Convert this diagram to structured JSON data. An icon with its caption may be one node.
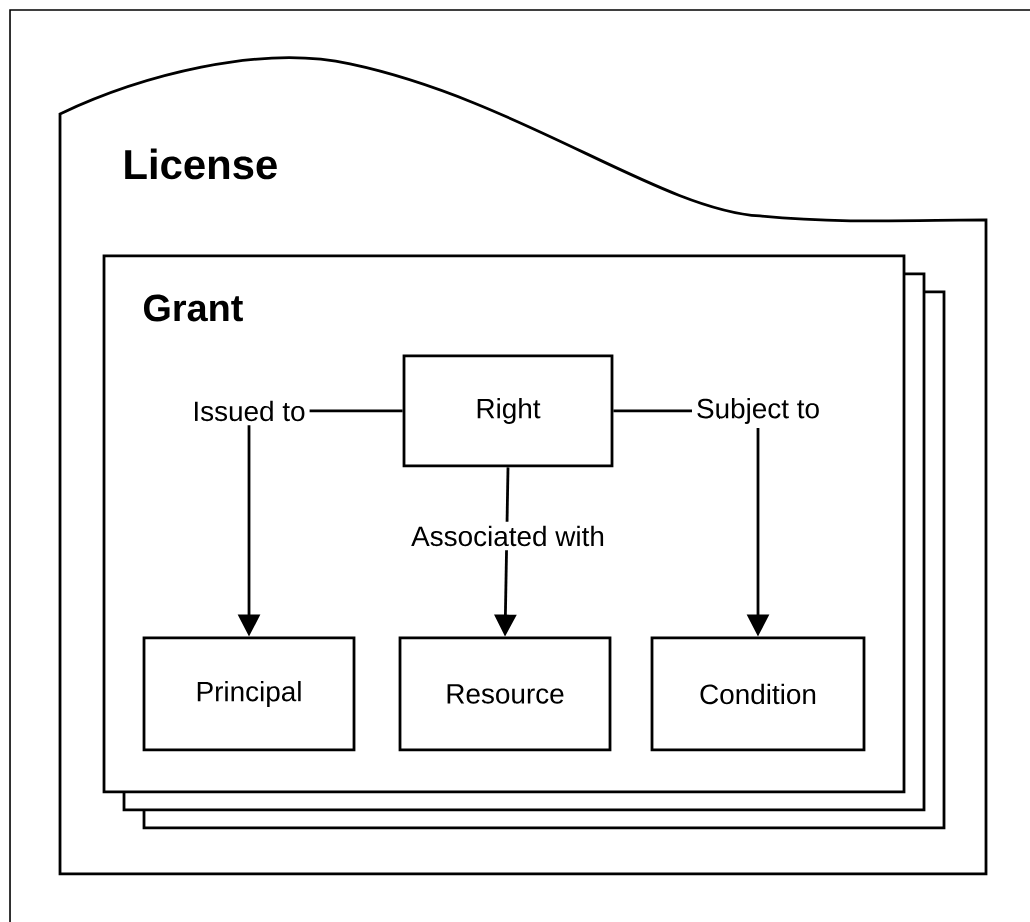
{
  "diagram": {
    "nodes": [
      {
        "text": [
          "License"
        ]
      },
      {
        "text": [
          "Grant"
        ],
        "in": 0
      },
      {
        "text": [
          "Right"
        ],
        "in": 1
      },
      {
        "text": [
          "Principal"
        ],
        "in": 1
      },
      {
        "text": [
          "Resource"
        ],
        "in": 1
      },
      {
        "text": [
          "Condition"
        ],
        "in": 1
      }
    ],
    "edges": [
      {
        "from": 2,
        "to": 3,
        "arrow": "to",
        "label": "Issued to"
      },
      {
        "from": 2,
        "to": 4,
        "arrow": "to",
        "label": "Associated with"
      },
      {
        "from": 2,
        "to": 5,
        "arrow": "to",
        "label": "Subject to"
      }
    ]
  }
}
